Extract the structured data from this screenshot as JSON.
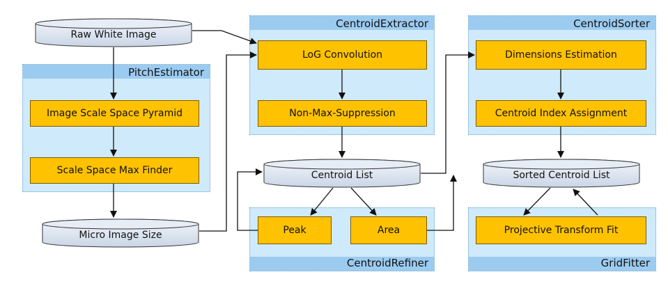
{
  "groups": {
    "centroid_extractor": "CentroidExtractor",
    "centroid_sorter": "CentroidSorter",
    "pitch_estimator": "PitchEstimator",
    "centroid_refiner": "CentroidRefiner",
    "grid_fitter": "GridFitter"
  },
  "boxes": {
    "image_scale_space_pyramid": "Image Scale Space Pyramid",
    "scale_space_max_finder": "Scale Space Max Finder",
    "log_convolution": "LoG Convolution",
    "non_max_suppression": "Non-Max-Suppression",
    "peak": "Peak",
    "area": "Area",
    "dimensions_estimation": "Dimensions Estimation",
    "centroid_index_assignment": "Centroid Index Assignment",
    "projective_transform_fit": "Projective Transform Fit"
  },
  "data_stores": {
    "raw_white_image": "Raw White Image",
    "micro_image_size": "Micro Image Size",
    "centroid_list": "Centroid List",
    "sorted_centroid_list": "Sorted Centroid List"
  },
  "colors": {
    "group_fill": "#cfeafa",
    "group_bar": "#9ccbf0",
    "box_fill": "#ffc200",
    "cylinder_fill": "#dfe7f2"
  }
}
